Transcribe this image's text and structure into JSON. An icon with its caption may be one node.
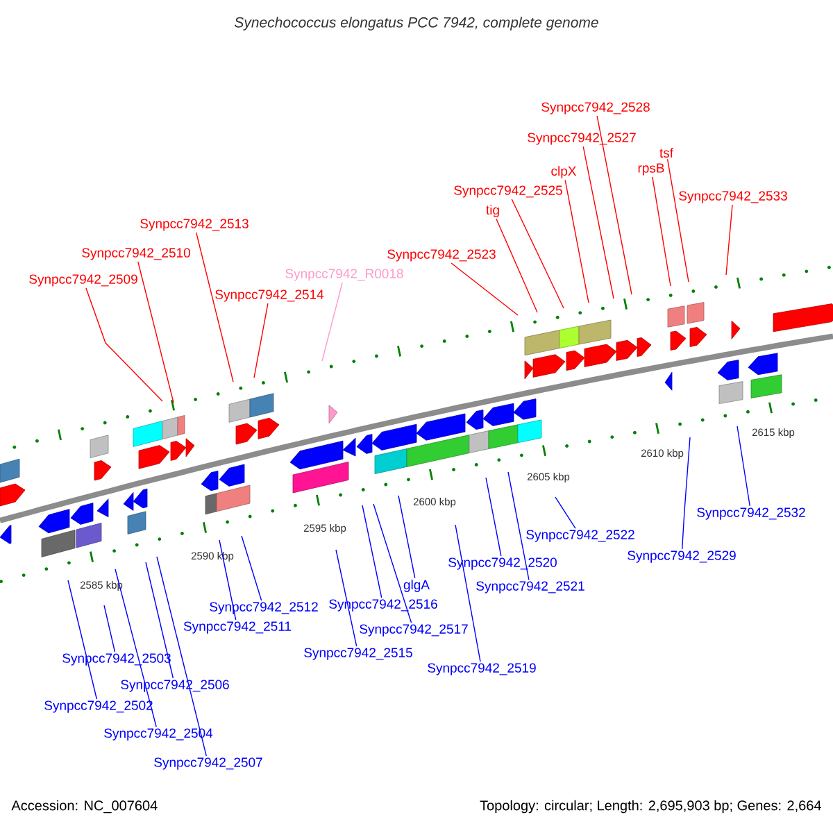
{
  "diagram": {
    "title": "Synechococcus elongatus PCC 7942, complete genome",
    "nodes": [
      {
        "text": [
          "Synpcc7942_2528"
        ]
      },
      {
        "text": [
          "Synpcc7942_2527"
        ]
      },
      {
        "text": [
          "tsf"
        ]
      },
      {
        "text": [
          "rpsB"
        ]
      },
      {
        "text": [
          "clpX"
        ]
      },
      {
        "text": [
          "Synpcc7942_2525"
        ]
      },
      {
        "text": [
          "Synpcc7942_2533"
        ]
      },
      {
        "text": [
          "tig"
        ]
      },
      {
        "text": [
          "Synpcc7942_2513"
        ]
      },
      {
        "text": [
          "Synpcc7942_2510"
        ]
      },
      {
        "text": [
          "Synpcc7942_2523"
        ]
      },
      {
        "text": [
          "Synpcc7942_R0018"
        ]
      },
      {
        "text": [
          "Synpcc7942_2509"
        ]
      },
      {
        "text": [
          "Synpcc7942_2514"
        ]
      },
      {
        "text": [
          "Synpcc7942_2532"
        ]
      },
      {
        "text": [
          "Synpcc7942_2522"
        ]
      },
      {
        "text": [
          "Synpcc7942_2529"
        ]
      },
      {
        "text": [
          "Synpcc7942_2520"
        ]
      },
      {
        "text": [
          "glgA"
        ]
      },
      {
        "text": [
          "Synpcc7942_2521"
        ]
      },
      {
        "text": [
          "Synpcc7942_2516"
        ]
      },
      {
        "text": [
          "Synpcc7942_2512"
        ]
      },
      {
        "text": [
          "Synpcc7942_2511"
        ]
      },
      {
        "text": [
          "Synpcc7942_2517"
        ]
      },
      {
        "text": [
          "Synpcc7942_2515"
        ]
      },
      {
        "text": [
          "Synpcc7942_2503"
        ]
      },
      {
        "text": [
          "Synpcc7942_2519"
        ]
      },
      {
        "text": [
          "Synpcc7942_2506"
        ]
      },
      {
        "text": [
          "Synpcc7942_2502"
        ]
      },
      {
        "text": [
          "Synpcc7942_2504"
        ]
      },
      {
        "text": [
          "Synpcc7942_2507"
        ]
      }
    ],
    "edges": [
      {
        "from": 0,
        "to": null,
        "arrow": "none",
        "color": "#ff0000"
      },
      {
        "from": 1,
        "to": null,
        "arrow": "none",
        "color": "#ff0000"
      },
      {
        "from": 2,
        "to": null,
        "arrow": "none",
        "color": "#ff0000"
      },
      {
        "from": 3,
        "to": null,
        "arrow": "none",
        "color": "#ff0000"
      },
      {
        "from": 4,
        "to": null,
        "arrow": "none",
        "color": "#ff0000"
      },
      {
        "from": 5,
        "to": null,
        "arrow": "none",
        "color": "#ff0000"
      },
      {
        "from": 6,
        "to": null,
        "arrow": "none",
        "color": "#ff0000"
      },
      {
        "from": 7,
        "to": null,
        "arrow": "none",
        "color": "#ff0000"
      },
      {
        "from": 8,
        "to": null,
        "arrow": "none",
        "color": "#ff0000"
      },
      {
        "from": 9,
        "to": null,
        "arrow": "none",
        "color": "#ff0000"
      },
      {
        "from": 10,
        "to": null,
        "arrow": "none",
        "color": "#ff0000"
      },
      {
        "from": 11,
        "to": null,
        "arrow": "none",
        "color": "#ff99cc"
      },
      {
        "from": 12,
        "to": null,
        "arrow": "none",
        "color": "#ff0000"
      },
      {
        "from": 13,
        "to": null,
        "arrow": "none",
        "color": "#ff0000"
      },
      {
        "from": 14,
        "to": null,
        "arrow": "none"
      },
      {
        "from": 15,
        "to": null,
        "arrow": "none"
      },
      {
        "from": 16,
        "to": null,
        "arrow": "none"
      },
      {
        "from": 17,
        "to": null,
        "arrow": "none"
      },
      {
        "from": 18,
        "to": null,
        "arrow": "none"
      },
      {
        "from": 19,
        "to": null,
        "arrow": "none"
      },
      {
        "from": 20,
        "to": null,
        "arrow": "none"
      },
      {
        "from": 21,
        "to": null,
        "arrow": "none"
      },
      {
        "from": 22,
        "to": null,
        "arrow": "none"
      },
      {
        "from": 23,
        "to": null,
        "arrow": "none"
      },
      {
        "from": 24,
        "to": null,
        "arrow": "none"
      },
      {
        "from": 25,
        "to": null,
        "arrow": "none"
      },
      {
        "from": 26,
        "to": null,
        "arrow": "none"
      },
      {
        "from": 27,
        "to": null,
        "arrow": "none"
      },
      {
        "from": 28,
        "to": null,
        "arrow": "none"
      },
      {
        "from": 29,
        "to": null,
        "arrow": "none"
      },
      {
        "from": 30,
        "to": null,
        "arrow": "none"
      }
    ],
    "labels": [
      "2585 kbp",
      "2590 kbp",
      "2595 kbp",
      "2600 kbp",
      "2605 kbp",
      "2610 kbp",
      "2615 kbp",
      "Accession: NC_007604",
      "Topology: circular; Length: 2,695,903 bp; Genes: 2,664"
    ]
  }
}
